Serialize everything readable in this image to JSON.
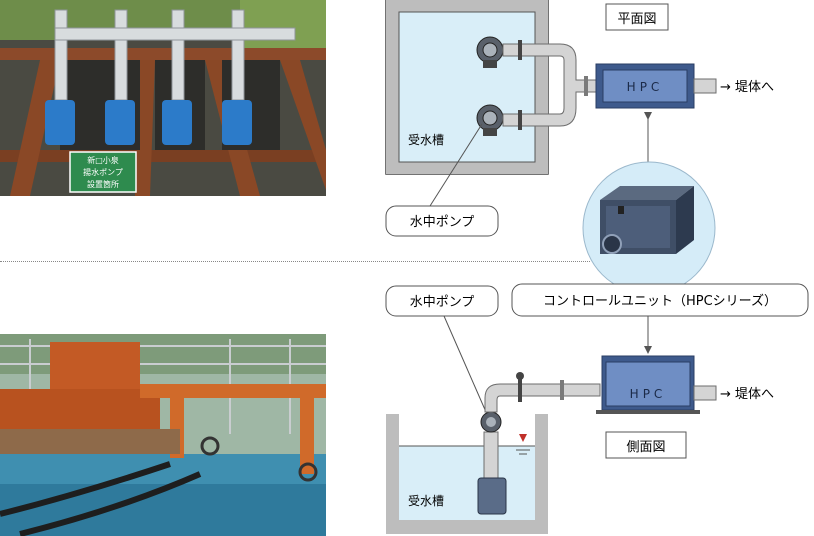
{
  "plan_view": {
    "title": "平面図",
    "tank_label": "受水槽",
    "unit_label": "HPC",
    "outlet_label": "→ 堤体へ"
  },
  "side_view": {
    "title": "側面図",
    "tank_label": "受水槽",
    "unit_label": "HPC",
    "outlet_label": "→ 堤体へ"
  },
  "callouts": {
    "pump_top": "水中ポンプ",
    "pump_bottom": "水中ポンプ",
    "control_unit": "コントロールユニット（HPCシリーズ）"
  },
  "photos": {
    "sign_text": [
      "新□小泉",
      "揚水ポンプ",
      "設置箇所"
    ]
  },
  "colors": {
    "water": "#d9eef8",
    "unit_blue": "#5a7fbf",
    "pipe": "#c8c8c8",
    "rust": "#c05a2a"
  }
}
